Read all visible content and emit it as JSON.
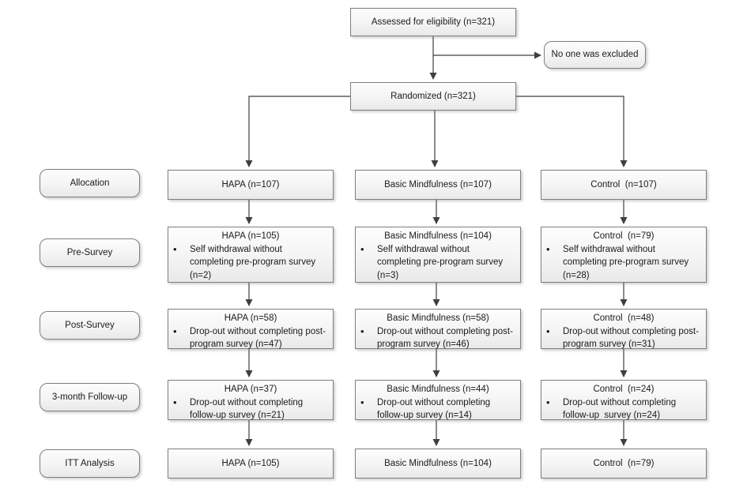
{
  "top_flow": {
    "assessed": "Assessed for eligibility (n=321)",
    "excluded_note": "No one was excluded",
    "randomized": "Randomized (n=321)"
  },
  "stage_labels": {
    "allocation": "Allocation",
    "pre_survey": "Pre-Survey",
    "post_survey": "Post-Survey",
    "followup": "3-month Follow-up",
    "itt": "ITT Analysis"
  },
  "groups": [
    {
      "name": "HAPA",
      "allocation": "HAPA (n=107)",
      "pre_survey": {
        "title": "HAPA (n=105)",
        "note": "Self withdrawal without completing pre-program survey (n=2)"
      },
      "post_survey": {
        "title": "HAPA (n=58)",
        "note": "Drop-out without completing post-program survey (n=47)"
      },
      "followup": {
        "title": "HAPA (n=37)",
        "note": "Drop-out without completing follow-up survey (n=21)"
      },
      "itt": "HAPA (n=105)"
    },
    {
      "name": "Basic Mindfulness",
      "allocation": "Basic Mindfulness (n=107)",
      "pre_survey": {
        "title": "Basic Mindfulness (n=104)",
        "note": "Self withdrawal without completing pre-program survey (n=3)"
      },
      "post_survey": {
        "title": "Basic Mindfulness (n=58)",
        "note": "Drop-out without completing post-program survey (n=46)"
      },
      "followup": {
        "title": "Basic Mindfulness (n=44)",
        "note": "Drop-out without completing follow-up survey (n=14)"
      },
      "itt": "Basic Mindfulness (n=104)"
    },
    {
      "name": "Control",
      "allocation": "Control  (n=107)",
      "pre_survey": {
        "title": "Control  (n=79)",
        "note": "Self withdrawal without completing pre-program survey (n=28)"
      },
      "post_survey": {
        "title": "Control  (n=48)",
        "note": "Drop-out without completing post-program survey (n=31)"
      },
      "followup": {
        "title": "Control  (n=24)",
        "note": "Drop-out without completing follow-up  survey (n=24)"
      },
      "itt": "Control  (n=79)"
    }
  ],
  "bullet_glyph": "•",
  "colors": {
    "box_border": "#7f7f7f",
    "connector": "#3f3f3f",
    "text": "#1a1a1a",
    "background": "#ffffff"
  }
}
